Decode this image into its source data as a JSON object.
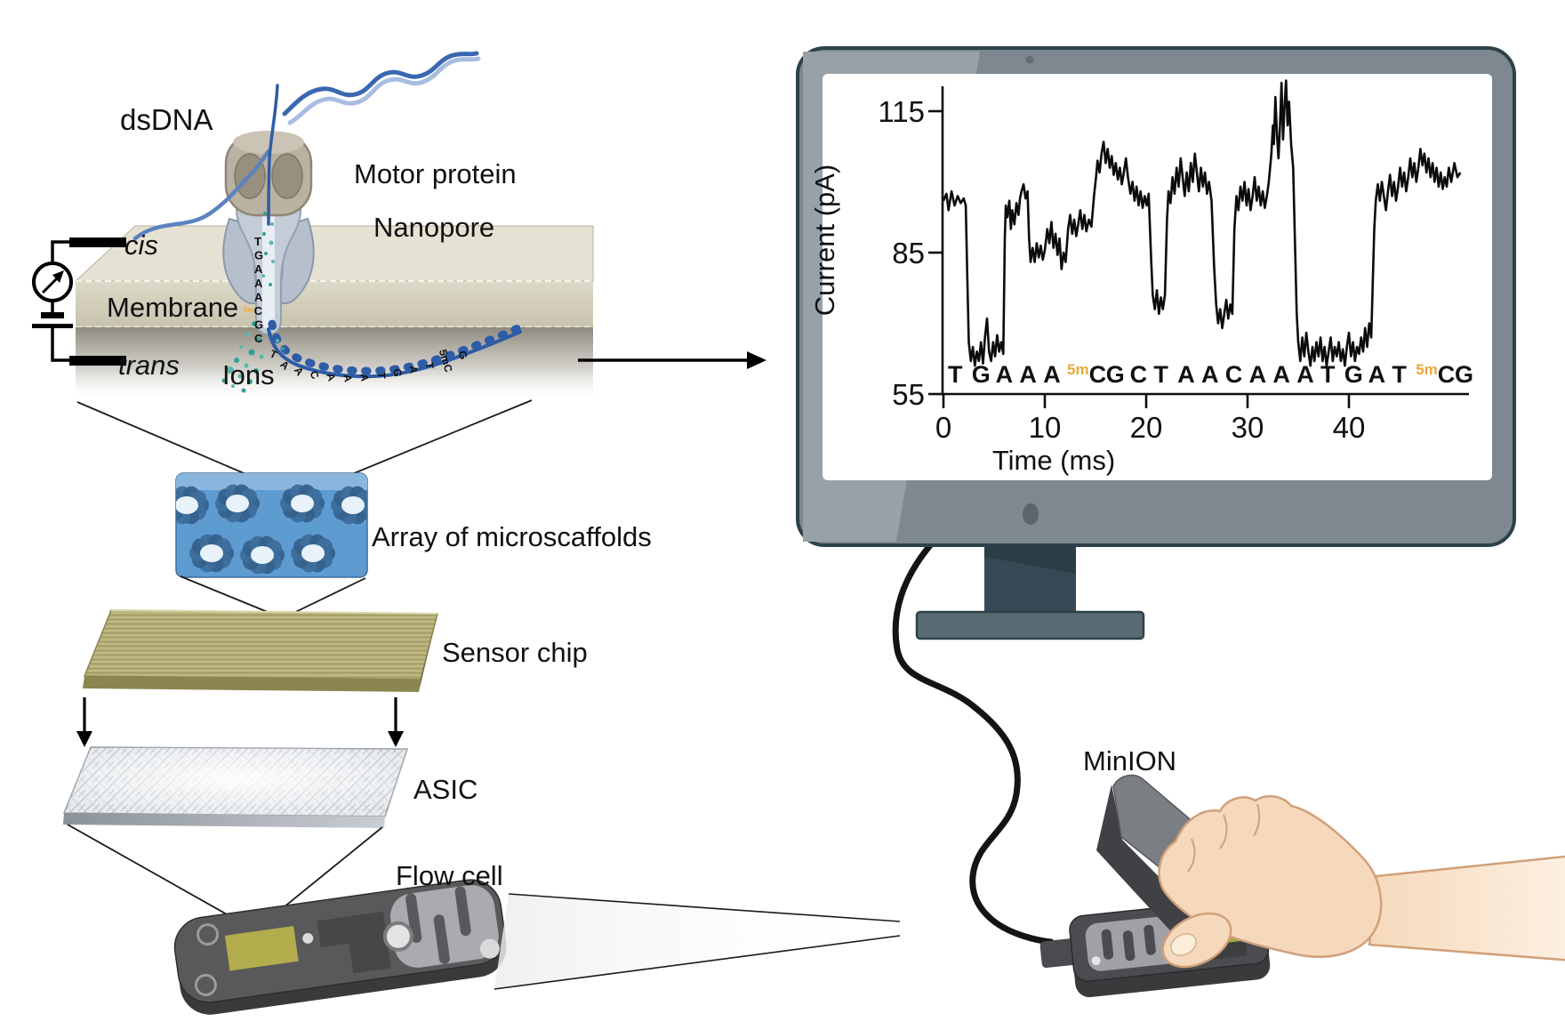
{
  "diagram": {
    "labels": {
      "dsdna": "dsDNA",
      "motor_protein": "Motor protein",
      "nanopore": "Nanopore",
      "cis": "cis",
      "trans": "trans",
      "membrane": "Membrane",
      "ions": "Ions",
      "microscaffolds": "Array of microscaffolds",
      "sensor_chip": "Sensor chip",
      "asic": "ASIC",
      "flow_cell": "Flow cell",
      "minion": "MinION"
    },
    "pore_sequence_top": [
      "T",
      "G",
      "A",
      "A",
      "A",
      "mC",
      "G",
      "C"
    ],
    "pore_sequence_tail": [
      "T",
      "A",
      "A",
      "C",
      "A",
      "A",
      "A",
      "T",
      "G",
      "A",
      "T",
      "mC",
      "G"
    ],
    "colors": {
      "membrane_tan": "#d5d0bd",
      "scaffold_blue": "#5d9bd1",
      "chip_gold": "#b7b07a",
      "asic_silver": "#e9eceF",
      "flowcell_gray": "#59595c",
      "monitor_frame": "#7e8890",
      "monitor_outline": "#2d4149",
      "skin": "#f6d9bc",
      "ion_teal": "#2fa395"
    }
  },
  "base_colors": {
    "A": "#c5342e",
    "T": "#3da05c",
    "G": "#6f4db4",
    "C": "#eab43b",
    "sup": "#e8a93d"
  },
  "chart_data": {
    "type": "line",
    "title": "",
    "xlabel": "Time (ms)",
    "ylabel": "Current (pA)",
    "x_ticks": [
      0,
      10,
      20,
      30,
      40
    ],
    "y_ticks": [
      55,
      85,
      115
    ],
    "xlim": [
      0,
      51
    ],
    "ylim": [
      55,
      122
    ],
    "grid": false,
    "legend": false,
    "sequence": [
      {
        "b": "T"
      },
      {
        "b": "G"
      },
      {
        "b": "A"
      },
      {
        "b": "A"
      },
      {
        "b": "A"
      },
      {
        "b": "C",
        "m": true
      },
      {
        "b": "G"
      },
      {
        "b": "C"
      },
      {
        "b": "T"
      },
      {
        "b": "A"
      },
      {
        "b": "A"
      },
      {
        "b": "C"
      },
      {
        "b": "A"
      },
      {
        "b": "A"
      },
      {
        "b": "A"
      },
      {
        "b": "T"
      },
      {
        "b": "G"
      },
      {
        "b": "A"
      },
      {
        "b": "T"
      },
      {
        "b": "C",
        "m": true
      },
      {
        "b": "G"
      }
    ],
    "trace": [
      [
        0,
        96
      ],
      [
        0.3,
        97.5
      ],
      [
        0.5,
        94
      ],
      [
        0.8,
        98
      ],
      [
        1.1,
        95
      ],
      [
        1.4,
        97
      ],
      [
        1.7,
        95.5
      ],
      [
        2.0,
        96.5
      ],
      [
        2.2,
        95
      ],
      [
        2.35,
        80
      ],
      [
        2.5,
        66
      ],
      [
        2.7,
        62
      ],
      [
        2.9,
        65
      ],
      [
        3.1,
        61
      ],
      [
        3.3,
        64
      ],
      [
        3.5,
        62
      ],
      [
        3.7,
        66
      ],
      [
        3.9,
        61.5
      ],
      [
        4.1,
        67
      ],
      [
        4.3,
        71
      ],
      [
        4.5,
        64
      ],
      [
        4.7,
        62
      ],
      [
        4.9,
        66
      ],
      [
        5.1,
        63
      ],
      [
        5.3,
        67.5
      ],
      [
        5.5,
        64
      ],
      [
        5.7,
        66
      ],
      [
        5.9,
        63.5
      ],
      [
        6.05,
        88
      ],
      [
        6.15,
        95
      ],
      [
        6.3,
        92.5
      ],
      [
        6.5,
        96
      ],
      [
        6.65,
        90
      ],
      [
        6.8,
        94
      ],
      [
        7.0,
        91
      ],
      [
        7.2,
        95.5
      ],
      [
        7.4,
        93
      ],
      [
        7.55,
        96.5
      ],
      [
        7.7,
        98
      ],
      [
        7.9,
        99.5
      ],
      [
        8.1,
        96.5
      ],
      [
        8.3,
        98
      ],
      [
        8.45,
        88
      ],
      [
        8.6,
        83
      ],
      [
        8.8,
        86
      ],
      [
        9.0,
        83
      ],
      [
        9.2,
        87
      ],
      [
        9.4,
        84
      ],
      [
        9.6,
        86.5
      ],
      [
        9.8,
        83.5
      ],
      [
        10.0,
        85.5
      ],
      [
        10.25,
        90
      ],
      [
        10.45,
        87
      ],
      [
        10.65,
        91.5
      ],
      [
        10.85,
        86
      ],
      [
        11.05,
        89
      ],
      [
        11.25,
        84.5
      ],
      [
        11.45,
        88
      ],
      [
        11.65,
        81.5
      ],
      [
        11.85,
        85
      ],
      [
        12.05,
        83
      ],
      [
        12.3,
        90
      ],
      [
        12.5,
        93
      ],
      [
        12.7,
        89
      ],
      [
        12.9,
        92
      ],
      [
        13.1,
        88.5
      ],
      [
        13.3,
        91
      ],
      [
        13.5,
        94
      ],
      [
        13.7,
        90
      ],
      [
        13.9,
        93
      ],
      [
        14.1,
        89.5
      ],
      [
        14.35,
        92
      ],
      [
        14.6,
        90.5
      ],
      [
        14.85,
        97
      ],
      [
        15.05,
        101
      ],
      [
        15.2,
        104.5
      ],
      [
        15.4,
        102
      ],
      [
        15.6,
        106
      ],
      [
        15.8,
        108.5
      ],
      [
        16.0,
        104
      ],
      [
        16.2,
        107
      ],
      [
        16.4,
        103
      ],
      [
        16.6,
        105.5
      ],
      [
        16.8,
        101.5
      ],
      [
        17.0,
        104
      ],
      [
        17.2,
        100.5
      ],
      [
        17.4,
        103
      ],
      [
        17.6,
        99.5
      ],
      [
        17.8,
        102
      ],
      [
        18.0,
        105
      ],
      [
        18.2,
        101
      ],
      [
        18.45,
        97.5
      ],
      [
        18.65,
        100
      ],
      [
        18.85,
        96
      ],
      [
        19.05,
        99
      ],
      [
        19.25,
        95
      ],
      [
        19.45,
        98
      ],
      [
        19.65,
        94.5
      ],
      [
        19.85,
        97
      ],
      [
        20.05,
        95
      ],
      [
        20.25,
        97.5
      ],
      [
        20.5,
        83
      ],
      [
        20.65,
        76
      ],
      [
        20.85,
        73
      ],
      [
        21.05,
        77
      ],
      [
        21.25,
        72
      ],
      [
        21.45,
        75.5
      ],
      [
        21.65,
        73
      ],
      [
        21.85,
        76
      ],
      [
        22.05,
        92
      ],
      [
        22.2,
        98
      ],
      [
        22.4,
        95.5
      ],
      [
        22.6,
        101
      ],
      [
        22.8,
        97.5
      ],
      [
        23.0,
        103
      ],
      [
        23.2,
        99
      ],
      [
        23.4,
        105
      ],
      [
        23.6,
        101
      ],
      [
        23.8,
        97
      ],
      [
        24.0,
        102
      ],
      [
        24.2,
        98
      ],
      [
        24.4,
        104
      ],
      [
        24.6,
        100
      ],
      [
        24.8,
        106
      ],
      [
        25.0,
        102
      ],
      [
        25.2,
        98
      ],
      [
        25.4,
        103
      ],
      [
        25.6,
        99
      ],
      [
        25.8,
        102
      ],
      [
        26.0,
        97.5
      ],
      [
        26.2,
        100
      ],
      [
        26.45,
        96
      ],
      [
        26.7,
        82
      ],
      [
        26.9,
        74
      ],
      [
        27.1,
        70
      ],
      [
        27.3,
        73
      ],
      [
        27.5,
        69
      ],
      [
        27.7,
        72
      ],
      [
        27.9,
        75
      ],
      [
        28.1,
        71
      ],
      [
        28.3,
        74
      ],
      [
        28.5,
        72
      ],
      [
        28.7,
        90
      ],
      [
        28.9,
        97
      ],
      [
        29.1,
        94
      ],
      [
        29.3,
        99
      ],
      [
        29.5,
        96
      ],
      [
        29.7,
        100
      ],
      [
        29.9,
        95
      ],
      [
        30.1,
        98.5
      ],
      [
        30.3,
        94
      ],
      [
        30.5,
        97
      ],
      [
        30.7,
        101
      ],
      [
        30.9,
        96
      ],
      [
        31.1,
        99
      ],
      [
        31.3,
        95
      ],
      [
        31.5,
        98
      ],
      [
        31.7,
        94.5
      ],
      [
        31.9,
        97
      ],
      [
        32.1,
        100
      ],
      [
        32.35,
        106
      ],
      [
        32.5,
        112
      ],
      [
        32.6,
        108
      ],
      [
        32.75,
        118
      ],
      [
        32.9,
        110
      ],
      [
        33.05,
        105
      ],
      [
        33.2,
        112
      ],
      [
        33.35,
        121
      ],
      [
        33.5,
        109
      ],
      [
        33.65,
        116
      ],
      [
        33.8,
        121.5
      ],
      [
        33.95,
        112
      ],
      [
        34.1,
        117
      ],
      [
        34.3,
        108
      ],
      [
        34.5,
        103
      ],
      [
        34.7,
        85
      ],
      [
        34.85,
        72
      ],
      [
        35.0,
        66
      ],
      [
        35.2,
        62
      ],
      [
        35.4,
        67
      ],
      [
        35.6,
        63
      ],
      [
        35.8,
        68
      ],
      [
        36.0,
        64
      ],
      [
        36.2,
        61
      ],
      [
        36.4,
        65
      ],
      [
        36.6,
        62
      ],
      [
        36.8,
        66
      ],
      [
        37.0,
        63
      ],
      [
        37.2,
        67
      ],
      [
        37.4,
        62
      ],
      [
        37.6,
        65
      ],
      [
        37.8,
        61
      ],
      [
        38.0,
        64
      ],
      [
        38.2,
        67
      ],
      [
        38.4,
        62
      ],
      [
        38.6,
        65
      ],
      [
        38.8,
        63
      ],
      [
        39.0,
        66
      ],
      [
        39.2,
        62
      ],
      [
        39.4,
        64.5
      ],
      [
        39.6,
        61
      ],
      [
        39.8,
        65
      ],
      [
        40.0,
        68
      ],
      [
        40.2,
        63
      ],
      [
        40.4,
        66
      ],
      [
        40.6,
        62
      ],
      [
        40.8,
        65
      ],
      [
        41.0,
        63.5
      ],
      [
        41.2,
        67
      ],
      [
        41.4,
        64
      ],
      [
        41.6,
        69
      ],
      [
        41.8,
        65
      ],
      [
        42.0,
        70
      ],
      [
        42.2,
        67
      ],
      [
        42.5,
        90
      ],
      [
        42.65,
        96
      ],
      [
        42.85,
        99.5
      ],
      [
        43.05,
        96
      ],
      [
        43.25,
        100
      ],
      [
        43.45,
        97
      ],
      [
        43.65,
        94
      ],
      [
        43.85,
        98
      ],
      [
        44.05,
        101.5
      ],
      [
        44.25,
        97
      ],
      [
        44.45,
        100
      ],
      [
        44.65,
        96
      ],
      [
        44.85,
        99
      ],
      [
        45.05,
        103
      ],
      [
        45.25,
        99
      ],
      [
        45.45,
        102
      ],
      [
        45.65,
        98
      ],
      [
        45.85,
        101
      ],
      [
        46.05,
        105
      ],
      [
        46.25,
        101
      ],
      [
        46.45,
        104
      ],
      [
        46.65,
        100
      ],
      [
        46.85,
        103
      ],
      [
        47.05,
        107
      ],
      [
        47.25,
        103.5
      ],
      [
        47.45,
        106
      ],
      [
        47.65,
        102
      ],
      [
        47.85,
        105
      ],
      [
        48.05,
        101
      ],
      [
        48.25,
        104
      ],
      [
        48.45,
        100
      ],
      [
        48.65,
        103
      ],
      [
        48.85,
        99
      ],
      [
        49.05,
        102
      ],
      [
        49.25,
        98.5
      ],
      [
        49.45,
        101
      ],
      [
        49.65,
        99
      ],
      [
        49.85,
        103
      ],
      [
        50.1,
        100
      ],
      [
        50.4,
        104
      ],
      [
        50.7,
        101
      ],
      [
        51.0,
        102
      ]
    ]
  }
}
